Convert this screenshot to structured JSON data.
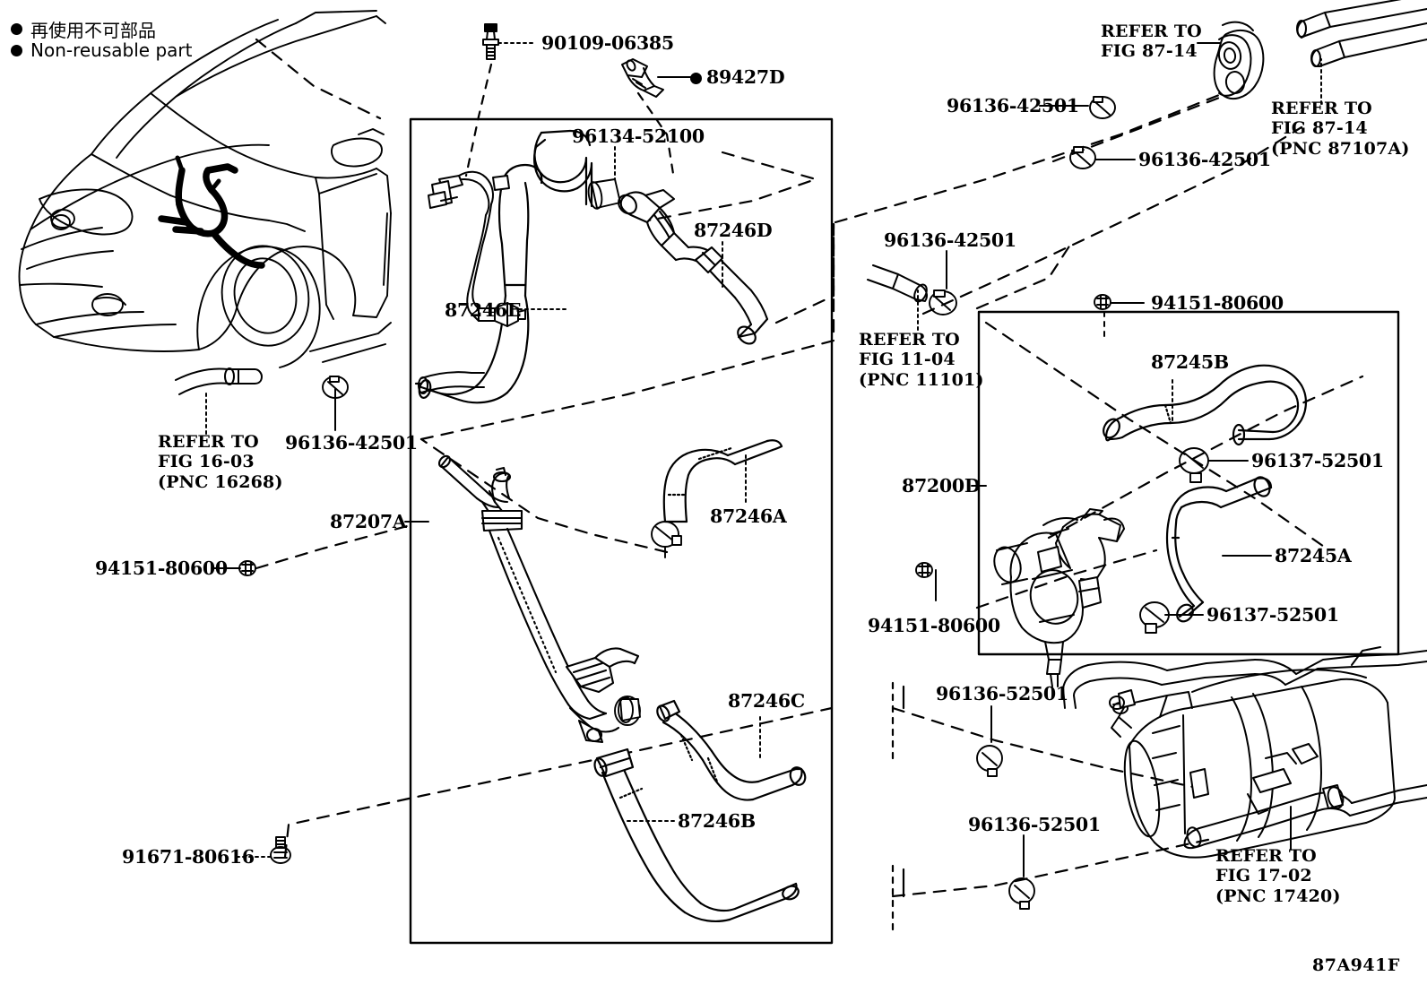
{
  "figure": {
    "id": "87A941F",
    "legend": [
      {
        "icon": "filled-circle-bullet",
        "text": "再使用不可部品"
      },
      {
        "icon": "filled-circle-bullet",
        "text": "Non-reusable part"
      }
    ]
  },
  "labels": {
    "bolt_90109": "90109-06385",
    "sensor_89427D": "89427D",
    "clamp_96134_52100": "96134-52100",
    "hose_87246D": "87246D",
    "hose_87246E": "87246E",
    "hose_87246A": "87246A",
    "hose_87246C": "87246C",
    "hose_87246B": "87246B",
    "pipe_87207A": "87207A",
    "nut_94151_80600_left": "94151-80600",
    "nut_94151_80600_top_right": "94151-80600",
    "nut_94151_80600_mid_right": "94151-80600",
    "screw_91671_80616": "91671-80616",
    "clamp_96136_42501_left": "96136-42501",
    "clamp_96136_42501_tr_upper": "96136-42501",
    "clamp_96136_42501_tr_lower": "96136-42501",
    "clamp_96136_42501_mid": "96136-42501",
    "clamp_96137_52501_upper": "96137-52501",
    "clamp_96137_52501_lower": "96137-52501",
    "clamp_96136_52501_upper": "96136-52501",
    "clamp_96136_52501_lower": "96136-52501",
    "pump_87200D": "87200D",
    "hose_87245B": "87245B",
    "hose_87245A": "87245A"
  },
  "references": {
    "fig_87_14_a": "REFER TO\nFIG 87-14",
    "fig_87_14_b": "REFER TO\nFIG 87-14\n(PNC 87107A)",
    "fig_16_03": "REFER TO\nFIG 16-03\n(PNC 16268)",
    "fig_11_04": "REFER TO\nFIG 11-04\n(PNC 11101)",
    "fig_17_02": "REFER TO\nFIG 17-02\n(PNC 17420)"
  },
  "colors": {
    "line": "#000000",
    "background": "#ffffff"
  }
}
